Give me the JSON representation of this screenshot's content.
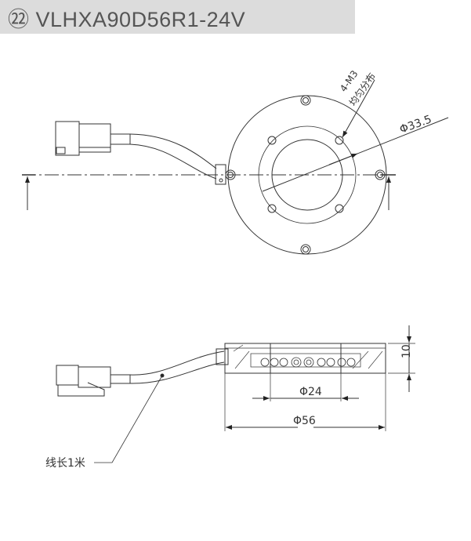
{
  "header": {
    "title": "㉒ VLHXA90D56R1-24V"
  },
  "top_view": {
    "hole_label": "4-M3",
    "hole_note": "均匀分布",
    "ring_diameter": "Φ33.5"
  },
  "side_view": {
    "height": "10",
    "inner_diameter": "Φ24",
    "outer_diameter": "Φ56",
    "cable_label": "线长1米"
  }
}
